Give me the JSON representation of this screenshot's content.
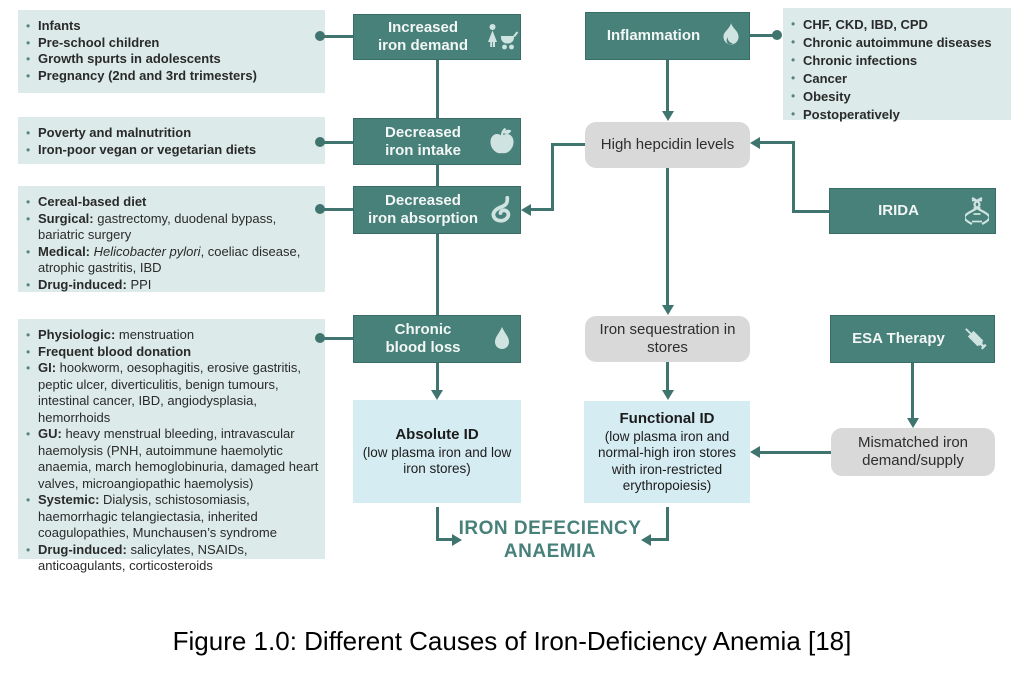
{
  "caption": "Figure 1.0: Different Causes of Iron-Deficiency Anemia [18]",
  "outcome": {
    "line1": "IRON DEFECIENCY",
    "line2": "ANAEMIA"
  },
  "boxes": {
    "increased_iron_demand": "Increased\niron demand",
    "decreased_iron_intake": "Decreased\niron intake",
    "decreased_iron_absorption": "Decreased\niron absorption",
    "chronic_blood_loss": "Chronic\nblood loss",
    "inflammation": "Inflammation",
    "irida": "IRIDA",
    "esa_therapy": "ESA Therapy",
    "high_hepcidin": "High hepcidin levels",
    "iron_sequestration": "Iron sequestration in stores",
    "mismatched": "Mismatched iron demand/supply",
    "absolute_id_title": "Absolute ID",
    "absolute_id_sub": "(low plasma iron and low iron stores)",
    "functional_id_title": "Functional ID",
    "functional_id_sub": "(low plasma iron and normal-high iron stores with iron-restricted erythropoiesis)"
  },
  "icons": {
    "increased_iron_demand": "mother-with-pram-icon",
    "decreased_iron_intake": "apple-icon",
    "decreased_iron_absorption": "stomach-icon",
    "chronic_blood_loss": "droplet-icon",
    "inflammation": "flame-icon",
    "irida": "dna-icon",
    "esa_therapy": "syringe-icon"
  },
  "lists": {
    "demand_causes": [
      [
        [
          "b",
          "Infants"
        ]
      ],
      [
        [
          "b",
          "Pre-school children"
        ]
      ],
      [
        [
          "b",
          "Growth spurts in adolescents"
        ]
      ],
      [
        [
          "b",
          "Pregnancy (2nd and 3rd trimesters)"
        ]
      ]
    ],
    "intake_causes": [
      [
        [
          "b",
          "Poverty and malnutrition"
        ]
      ],
      [
        [
          "b",
          "Iron-poor vegan or vegetarian diets"
        ]
      ]
    ],
    "absorption_causes": [
      [
        [
          "b",
          "Cereal-based diet"
        ]
      ],
      [
        [
          "b",
          "Surgical:"
        ],
        [
          "r",
          " gastrectomy, duodenal bypass,  bariatric surgery"
        ]
      ],
      [
        [
          "b",
          "Medical:"
        ],
        [
          "r",
          " "
        ],
        [
          "i",
          "Helicobacter pylori"
        ],
        [
          "r",
          ", coeliac disease, atrophic gastritis, IBD"
        ]
      ],
      [
        [
          "b",
          "Drug-induced:"
        ],
        [
          "r",
          " PPI"
        ]
      ]
    ],
    "blood_loss_causes": [
      [
        [
          "b",
          "Physiologic:"
        ],
        [
          "r",
          " menstruation"
        ]
      ],
      [
        [
          "b",
          "Frequent blood donation"
        ]
      ],
      [
        [
          "b",
          "GI:"
        ],
        [
          "r",
          " hookworm, oesophagitis, erosive gastritis, peptic ulcer, diverticulitis, benign tumours, intestinal cancer, IBD, angiodysplasia, hemorrhoids"
        ]
      ],
      [
        [
          "b",
          "GU:"
        ],
        [
          "r",
          " heavy menstrual bleeding, intravascular haemolysis (PNH, autoimmune haemolytic anaemia, march hemoglobinuria, damaged heart valves, microangiopathic haemolysis)"
        ]
      ],
      [
        [
          "b",
          "Systemic:"
        ],
        [
          "r",
          " Dialysis, schistosomiasis, haemorrhagic telangiectasia, inherited coagulopathies, Munchausen’s syndrome"
        ]
      ],
      [
        [
          "b",
          "Drug-induced:"
        ],
        [
          "r",
          " salicylates, NSAIDs, anticoagulants, corticosteroids"
        ]
      ]
    ],
    "inflammation_causes": [
      [
        [
          "b",
          "CHF, CKD, IBD, CPD"
        ]
      ],
      [
        [
          "b",
          "Chronic autoimmune diseases"
        ]
      ],
      [
        [
          "b",
          "Chronic infections"
        ]
      ],
      [
        [
          "b",
          "Cancer"
        ]
      ],
      [
        [
          "b",
          "Obesity"
        ]
      ],
      [
        [
          "b",
          "Postoperatively"
        ]
      ]
    ]
  },
  "colors": {
    "teal": "#48807a",
    "line": "#3f746f",
    "list_bg": "#dcebe9",
    "gray_bg": "#d9d9d9",
    "blue_bg": "#d6ecf3"
  }
}
